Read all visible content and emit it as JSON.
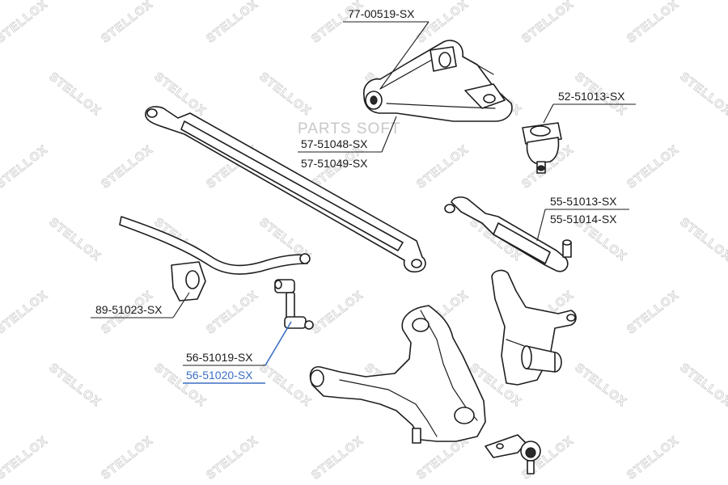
{
  "watermark": {
    "brand": "STELLOX",
    "overlay": "PARTS SOFT"
  },
  "parts": [
    {
      "id": "upper-arm-bushing",
      "labels": [
        "77-00519-SX"
      ],
      "highlight": false
    },
    {
      "id": "upper-ball-joint",
      "labels": [
        "52-51013-SX"
      ],
      "highlight": false
    },
    {
      "id": "upper-control-arm",
      "labels": [
        "57-51048-SX",
        "57-51049-SX"
      ],
      "highlight": false
    },
    {
      "id": "tie-rod-end",
      "labels": [
        "55-51013-SX",
        "55-51014-SX"
      ],
      "highlight": false
    },
    {
      "id": "stabilizer-bushing",
      "labels": [
        "89-51023-SX"
      ],
      "highlight": false
    },
    {
      "id": "stabilizer-link",
      "labels": [
        "56-51019-SX",
        "56-51020-SX"
      ],
      "highlight_index": 1
    }
  ],
  "colors": {
    "line": "#1e1e1e",
    "highlight": "#3b6fc4",
    "watermark": "#d0d0d0",
    "background": "#ffffff"
  }
}
